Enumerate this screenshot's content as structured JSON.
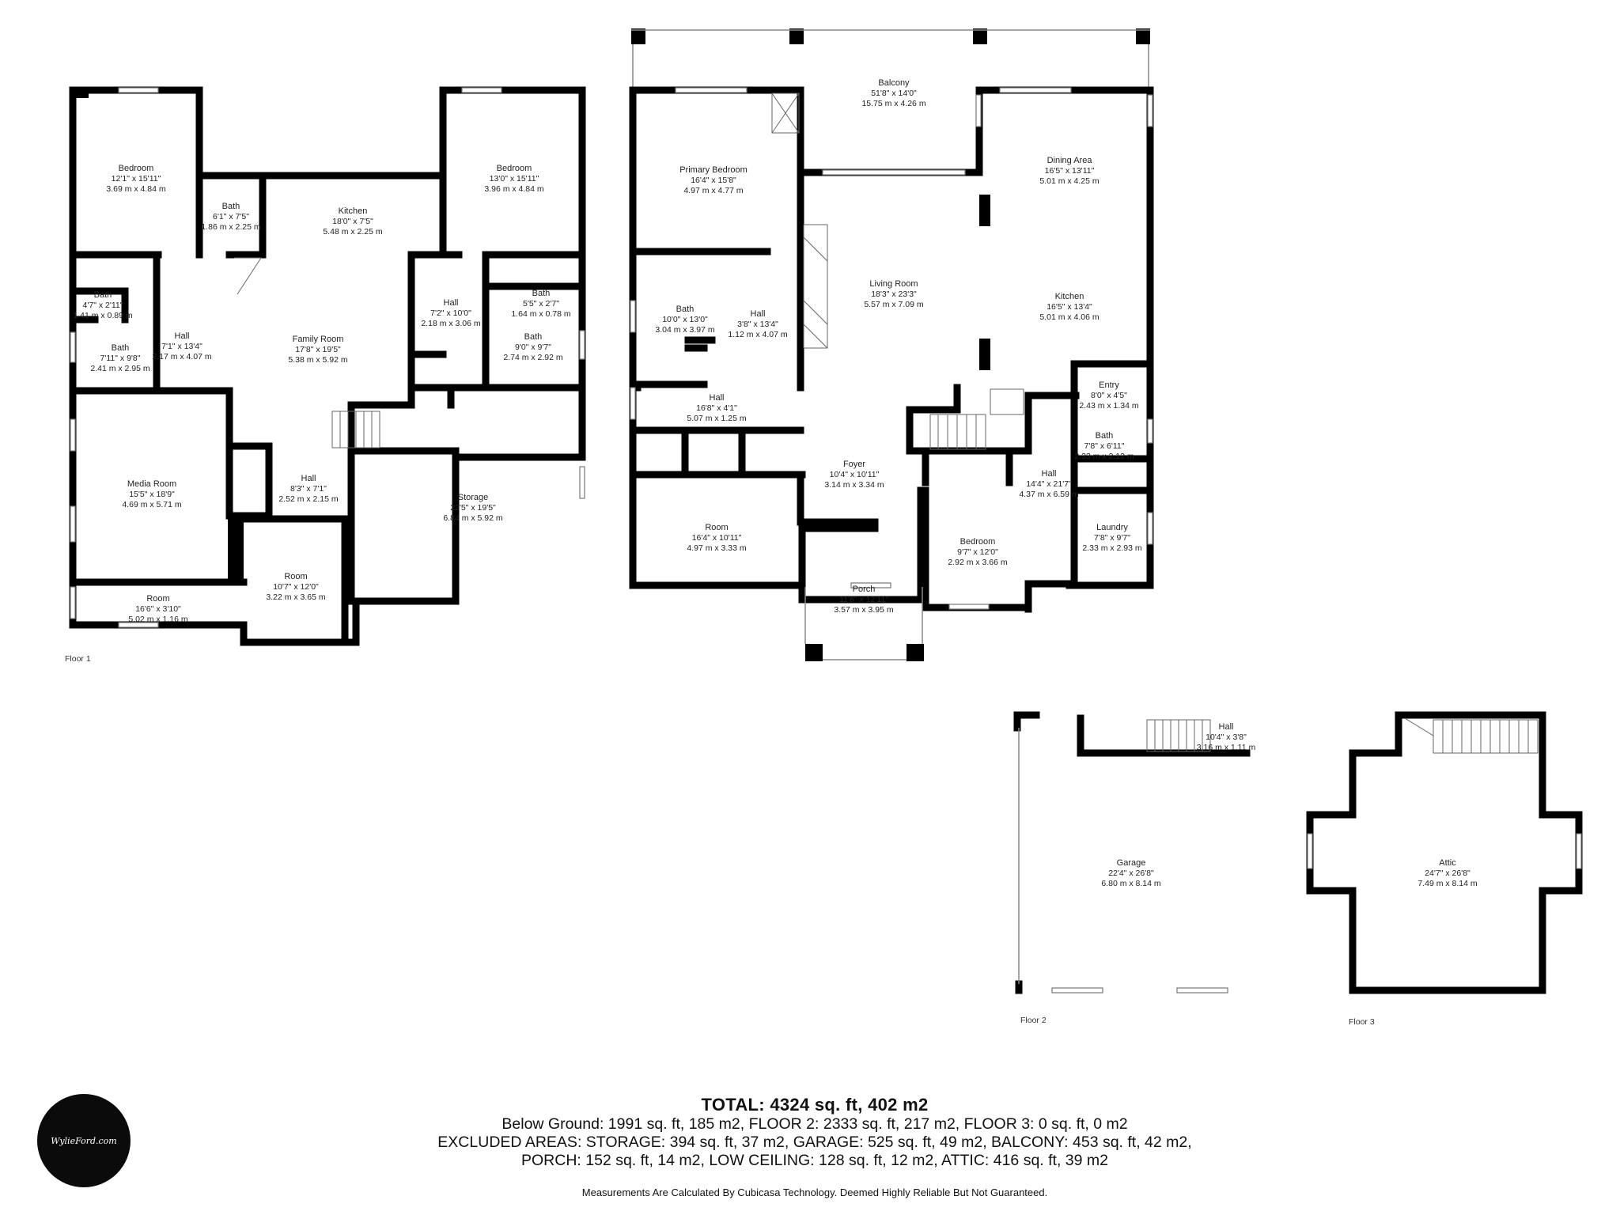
{
  "floors": [
    {
      "label": "Floor 1",
      "rooms": [
        {
          "name": "Bedroom",
          "dims": "12'1\" x 15'11\"",
          "metric": "3.69 m x 4.84 m"
        },
        {
          "name": "Bath",
          "dims": "6'1\" x 7'5\"",
          "metric": "1.86 m x 2.25 m"
        },
        {
          "name": "Kitchen",
          "dims": "18'0\" x 7'5\"",
          "metric": "5.48 m x 2.25 m"
        },
        {
          "name": "Bedroom",
          "dims": "13'0\" x 15'11\"",
          "metric": "3.96 m x 4.84 m"
        },
        {
          "name": "Bath",
          "dims": "4'7\" x 2'11\"",
          "metric": "1.41 m x 0.89 m"
        },
        {
          "name": "Bath",
          "dims": "7'11\" x 9'8\"",
          "metric": "2.41 m x 2.95 m"
        },
        {
          "name": "Hall",
          "dims": "7'1\" x 13'4\"",
          "metric": "2.17 m x 4.07 m"
        },
        {
          "name": "Family Room",
          "dims": "17'8\" x 19'5\"",
          "metric": "5.38 m x 5.92 m"
        },
        {
          "name": "Hall",
          "dims": "7'2\" x 10'0\"",
          "metric": "2.18 m x 3.06 m"
        },
        {
          "name": "Bath",
          "dims": "5'5\" x 2'7\"",
          "metric": "1.64 m x 0.78 m"
        },
        {
          "name": "Bath",
          "dims": "9'0\" x 9'7\"",
          "metric": "2.74 m x 2.92 m"
        },
        {
          "name": "Media Room",
          "dims": "15'5\" x 18'9\"",
          "metric": "4.69 m x 5.71 m"
        },
        {
          "name": "Hall",
          "dims": "8'3\" x 7'1\"",
          "metric": "2.52 m x 2.15 m"
        },
        {
          "name": "Storage",
          "dims": "22'5\" x 19'5\"",
          "metric": "6.84 m x 5.92 m"
        },
        {
          "name": "Room",
          "dims": "10'7\" x 12'0\"",
          "metric": "3.22 m x 3.65 m"
        },
        {
          "name": "Room",
          "dims": "16'6\" x 3'10\"",
          "metric": "5.02 m x 1.16 m"
        }
      ]
    },
    {
      "label": "Floor 2",
      "rooms": [
        {
          "name": "Balcony",
          "dims": "51'8\" x 14'0\"",
          "metric": "15.75 m x 4.26 m"
        },
        {
          "name": "Primary Bedroom",
          "dims": "16'4\" x 15'8\"",
          "metric": "4.97 m x 4.77 m"
        },
        {
          "name": "Dining Area",
          "dims": "16'5\" x 13'11\"",
          "metric": "5.01 m x 4.25 m"
        },
        {
          "name": "Living Room",
          "dims": "18'3\" x 23'3\"",
          "metric": "5.57 m x 7.09 m"
        },
        {
          "name": "Kitchen",
          "dims": "16'5\" x 13'4\"",
          "metric": "5.01 m x 4.06 m"
        },
        {
          "name": "Bath",
          "dims": "10'0\" x 13'0\"",
          "metric": "3.04 m x 3.97 m"
        },
        {
          "name": "Hall",
          "dims": "3'8\" x 13'4\"",
          "metric": "1.12 m x 4.07 m"
        },
        {
          "name": "Entry",
          "dims": "8'0\" x 4'5\"",
          "metric": "2.43 m x 1.34 m"
        },
        {
          "name": "Hall",
          "dims": "16'8\" x 4'1\"",
          "metric": "5.07 m x 1.25 m"
        },
        {
          "name": "Bath",
          "dims": "7'8\" x 6'11\"",
          "metric": "2.33 m x 2.12 m"
        },
        {
          "name": "Foyer",
          "dims": "10'4\" x 10'11\"",
          "metric": "3.14 m x 3.34 m"
        },
        {
          "name": "Hall",
          "dims": "14'4\" x 21'7\"",
          "metric": "4.37 m x 6.59 m"
        },
        {
          "name": "Room",
          "dims": "16'4\" x 10'11\"",
          "metric": "4.97 m x 3.33 m"
        },
        {
          "name": "Bedroom",
          "dims": "9'7\" x 12'0\"",
          "metric": "2.92 m x 3.66 m"
        },
        {
          "name": "Laundry",
          "dims": "7'8\" x 9'7\"",
          "metric": "2.33 m x 2.93 m"
        },
        {
          "name": "Porch",
          "dims": "11'8\" x 12'11\"",
          "metric": "3.57 m x 3.95 m"
        },
        {
          "name": "Hall",
          "dims": "10'4\" x 3'8\"",
          "metric": "3.16 m x 1.11 m"
        },
        {
          "name": "Garage",
          "dims": "22'4\" x 26'8\"",
          "metric": "6.80 m x 8.14 m"
        }
      ]
    },
    {
      "label": "Floor 3",
      "rooms": [
        {
          "name": "Attic",
          "dims": "24'7\" x 26'8\"",
          "metric": "7.49 m x 8.14 m"
        }
      ]
    }
  ],
  "summary": {
    "total": "TOTAL: 4324 sq. ft, 402 m2",
    "line1": "Below Ground: 1991 sq. ft, 185 m2, FLOOR 2: 2333 sq. ft, 217 m2, FLOOR 3: 0 sq. ft, 0 m2",
    "line2": "EXCLUDED AREAS: STORAGE: 394 sq. ft, 37 m2, GARAGE: 525 sq. ft, 49 m2, BALCONY: 453 sq. ft, 42 m2,",
    "line3": "PORCH: 152 sq. ft, 14 m2, LOW CEILING: 128 sq. ft, 12 m2, ATTIC: 416 sq. ft, 39 m2",
    "disclaimer": "Measurements Are Calculated By Cubicasa Technology. Deemed Highly Reliable But Not Guaranteed."
  },
  "logo": {
    "text": "WylieFord.com"
  },
  "colors": {
    "wall": "#000000",
    "background": "#ffffff"
  }
}
